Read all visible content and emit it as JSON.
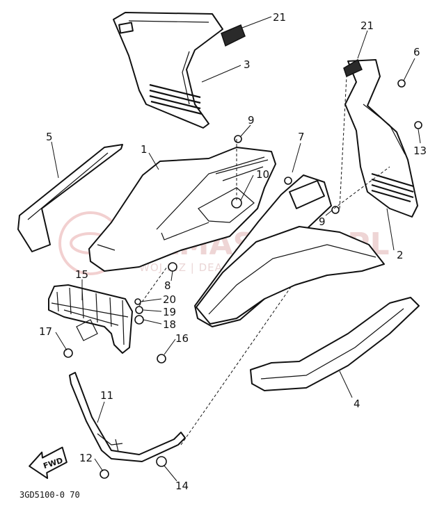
{
  "diagram": {
    "callouts": {
      "c1": "1",
      "c2": "2",
      "c3": "3",
      "c4": "4",
      "c5": "5",
      "c6": "6",
      "c7": "7",
      "c8": "8",
      "c9a": "9",
      "c9b": "9",
      "c10": "10",
      "c11": "11",
      "c12": "12",
      "c13": "13",
      "c14": "14",
      "c15": "15",
      "c16": "16",
      "c17": "17",
      "c18": "18",
      "c19": "19",
      "c20": "20",
      "c21a": "21",
      "c21b": "21"
    },
    "fwd_label": "FWD",
    "drawing_code": "3GD5100-0 70"
  },
  "watermark": {
    "title": "YAMASKLEP.PL",
    "subtitle": "WOJ        ICZ | DEA             AMAHA"
  },
  "colors": {
    "line": "#111111",
    "watermark": "#e9c7c7",
    "background": "#ffffff"
  }
}
